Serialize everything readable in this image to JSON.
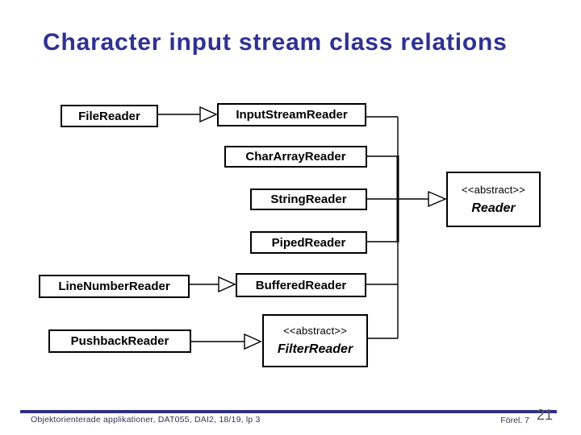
{
  "title": "Character input stream class relations",
  "diagram": {
    "nodes": [
      {
        "id": "file-reader",
        "label": "FileReader"
      },
      {
        "id": "input-stream-reader",
        "label": "InputStreamReader"
      },
      {
        "id": "char-array-reader",
        "label": "CharArrayReader"
      },
      {
        "id": "string-reader",
        "label": "StringReader"
      },
      {
        "id": "piped-reader",
        "label": "PipedReader"
      },
      {
        "id": "reader",
        "label": "Reader",
        "stereotype": "<<abstract>>"
      },
      {
        "id": "line-number-reader",
        "label": "LineNumberReader"
      },
      {
        "id": "buffered-reader",
        "label": "BufferedReader"
      },
      {
        "id": "pushback-reader",
        "label": "PushbackReader"
      },
      {
        "id": "filter-reader",
        "label": "FilterReader",
        "stereotype": "<<abstract>>"
      }
    ],
    "relations": [
      {
        "from": "FileReader",
        "to": "InputStreamReader",
        "type": "generalization"
      },
      {
        "from": "InputStreamReader",
        "to": "Reader",
        "type": "generalization"
      },
      {
        "from": "CharArrayReader",
        "to": "Reader",
        "type": "generalization"
      },
      {
        "from": "StringReader",
        "to": "Reader",
        "type": "generalization"
      },
      {
        "from": "PipedReader",
        "to": "Reader",
        "type": "generalization"
      },
      {
        "from": "BufferedReader",
        "to": "Reader",
        "type": "generalization"
      },
      {
        "from": "FilterReader",
        "to": "Reader",
        "type": "generalization"
      },
      {
        "from": "LineNumberReader",
        "to": "BufferedReader",
        "type": "generalization"
      },
      {
        "from": "PushbackReader",
        "to": "FilterReader",
        "type": "generalization"
      }
    ]
  },
  "footer": {
    "left": "Objektorienterade applikationer, DAT055, DAI2, 18/19, lp 3",
    "lecture": "Förel. 7",
    "page_number": "21"
  },
  "colors": {
    "title": "#2e3192",
    "footer_bar": "#2d2f86",
    "page_number": "#595959",
    "diagram_line": "#000000"
  }
}
